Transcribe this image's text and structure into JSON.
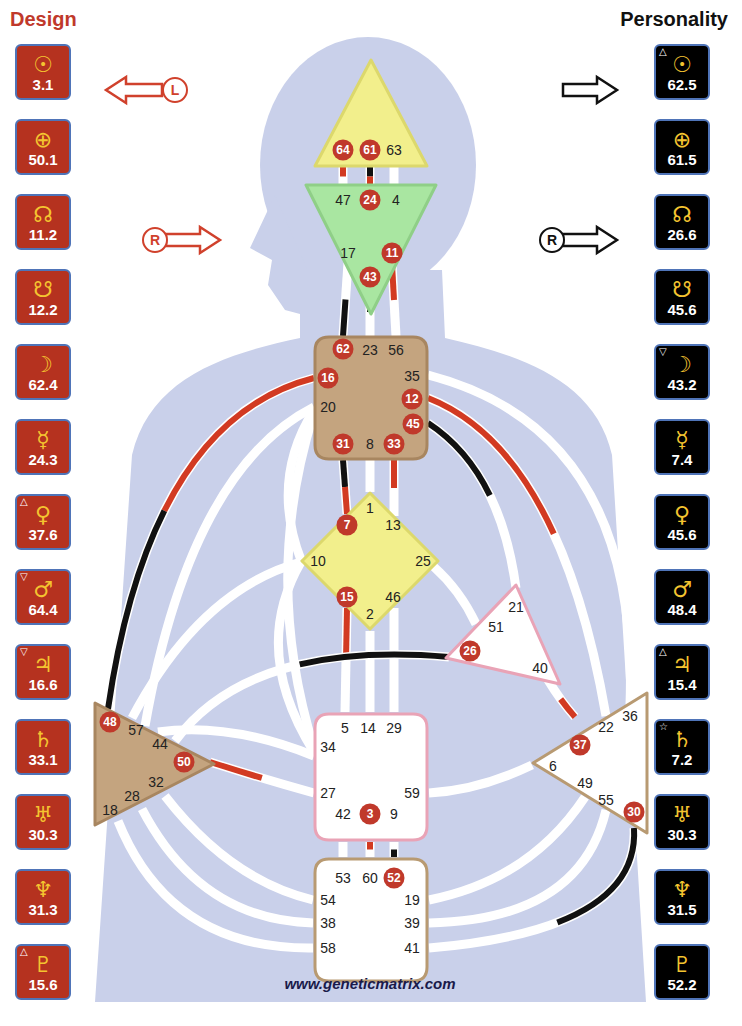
{
  "diagram": {
    "nodes": [
      {
        "text": [
          "64",
          "61",
          "63"
        ]
      },
      {
        "text": [
          "47",
          "24",
          "4",
          "17",
          "11",
          "43"
        ]
      },
      {
        "text": [
          "62",
          "23",
          "56",
          "35",
          "16",
          "20",
          "12",
          "45",
          "31",
          "8",
          "33"
        ]
      },
      {
        "text": [
          "1",
          "13",
          "7",
          "10",
          "25",
          "15",
          "46",
          "2"
        ]
      },
      {
        "text": [
          "21",
          "51",
          "26",
          "40"
        ]
      },
      {
        "text": [
          "48",
          "57",
          "44",
          "50",
          "32",
          "28",
          "18"
        ]
      },
      {
        "text": [
          "5",
          "14",
          "29",
          "34",
          "27",
          "59",
          "42",
          "3",
          "9"
        ]
      },
      {
        "text": [
          "36",
          "22",
          "37",
          "6",
          "49",
          "55",
          "30"
        ]
      },
      {
        "text": [
          "53",
          "60",
          "52",
          "54",
          "19",
          "38",
          "39",
          "58",
          "41"
        ]
      },
      {
        "text": [
          "☉",
          "3.1"
        ]
      },
      {
        "text": [
          "⊕",
          "50.1"
        ]
      },
      {
        "text": [
          "☊",
          "11.2"
        ]
      },
      {
        "text": [
          "☋",
          "12.2"
        ]
      },
      {
        "text": [
          "☽",
          "62.4"
        ]
      },
      {
        "text": [
          "☿",
          "24.3"
        ]
      },
      {
        "text": [
          "△",
          "♀",
          "37.6"
        ]
      },
      {
        "text": [
          "▽",
          "♂",
          "64.4"
        ]
      },
      {
        "text": [
          "▽",
          "♃",
          "16.6"
        ]
      },
      {
        "text": [
          "♄",
          "33.1"
        ]
      },
      {
        "text": [
          "♅",
          "30.3"
        ]
      },
      {
        "text": [
          "♆",
          "31.3"
        ]
      },
      {
        "text": [
          "△",
          "♇",
          "15.6"
        ]
      },
      {
        "text": [
          "△",
          "☉",
          "62.5"
        ]
      },
      {
        "text": [
          "⊕",
          "61.5"
        ]
      },
      {
        "text": [
          "☊",
          "26.6"
        ]
      },
      {
        "text": [
          "☋",
          "45.6"
        ]
      },
      {
        "text": [
          "▽",
          "☽",
          "43.2"
        ]
      },
      {
        "text": [
          "☿",
          "7.4"
        ]
      },
      {
        "text": [
          "♀",
          "45.6"
        ]
      },
      {
        "text": [
          "♂",
          "48.4"
        ]
      },
      {
        "text": [
          "△",
          "♃",
          "15.4"
        ]
      },
      {
        "text": [
          "☆",
          "♄",
          "7.2"
        ]
      },
      {
        "text": [
          "♅",
          "30.3"
        ]
      },
      {
        "text": [
          "♆",
          "31.5"
        ]
      },
      {
        "text": [
          "♇",
          "52.2"
        ]
      },
      {
        "text": [
          "L"
        ]
      },
      {
        "text": [
          "R"
        ]
      },
      {
        "text": [
          "R"
        ]
      }
    ],
    "edges": [
      {
        "from": 0,
        "to": 1,
        "arrow": "none"
      },
      {
        "from": 0,
        "to": 1,
        "arrow": "none"
      },
      {
        "from": 0,
        "to": 1,
        "arrow": "none"
      },
      {
        "from": 1,
        "to": 2,
        "arrow": "none"
      },
      {
        "from": 1,
        "to": 2,
        "arrow": "none"
      },
      {
        "from": 1,
        "to": 2,
        "arrow": "none"
      },
      {
        "from": 2,
        "to": 3,
        "arrow": "none"
      },
      {
        "from": 2,
        "to": 3,
        "arrow": "none"
      },
      {
        "from": 2,
        "to": 3,
        "arrow": "none"
      },
      {
        "from": 2,
        "to": 5,
        "arrow": "none"
      },
      {
        "from": 2,
        "to": 5,
        "arrow": "none"
      },
      {
        "from": 2,
        "to": 6,
        "arrow": "none"
      },
      {
        "from": 2,
        "to": 7,
        "arrow": "none"
      },
      {
        "from": 2,
        "to": 7,
        "arrow": "none"
      },
      {
        "from": 2,
        "to": 4,
        "arrow": "none"
      },
      {
        "from": 3,
        "to": 4,
        "arrow": "none"
      },
      {
        "from": 3,
        "to": 6,
        "arrow": "none"
      },
      {
        "from": 3,
        "to": 6,
        "arrow": "none"
      },
      {
        "from": 3,
        "to": 6,
        "arrow": "none"
      },
      {
        "from": 3,
        "to": 6,
        "arrow": "none"
      },
      {
        "from": 3,
        "to": 5,
        "arrow": "none"
      },
      {
        "from": 6,
        "to": 5,
        "arrow": "none"
      },
      {
        "from": 4,
        "to": 5,
        "arrow": "none"
      },
      {
        "from": 4,
        "to": 7,
        "arrow": "none"
      },
      {
        "from": 7,
        "to": 6,
        "arrow": "none"
      },
      {
        "from": 6,
        "to": 5,
        "arrow": "none"
      },
      {
        "from": 5,
        "to": 8,
        "arrow": "none"
      },
      {
        "from": 5,
        "to": 8,
        "arrow": "none"
      },
      {
        "from": 5,
        "to": 8,
        "arrow": "none"
      },
      {
        "from": 8,
        "to": 7,
        "arrow": "none"
      },
      {
        "from": 8,
        "to": 7,
        "arrow": "none"
      },
      {
        "from": 8,
        "to": 7,
        "arrow": "none"
      },
      {
        "from": 6,
        "to": 8,
        "arrow": "none"
      },
      {
        "from": 6,
        "to": 8,
        "arrow": "none"
      },
      {
        "from": 6,
        "to": 8,
        "arrow": "none"
      },
      {
        "from": 2,
        "to": 3,
        "arrow": "none"
      }
    ],
    "labels": [
      "Design",
      "Personality",
      "www.geneticmatrix.com"
    ]
  }
}
